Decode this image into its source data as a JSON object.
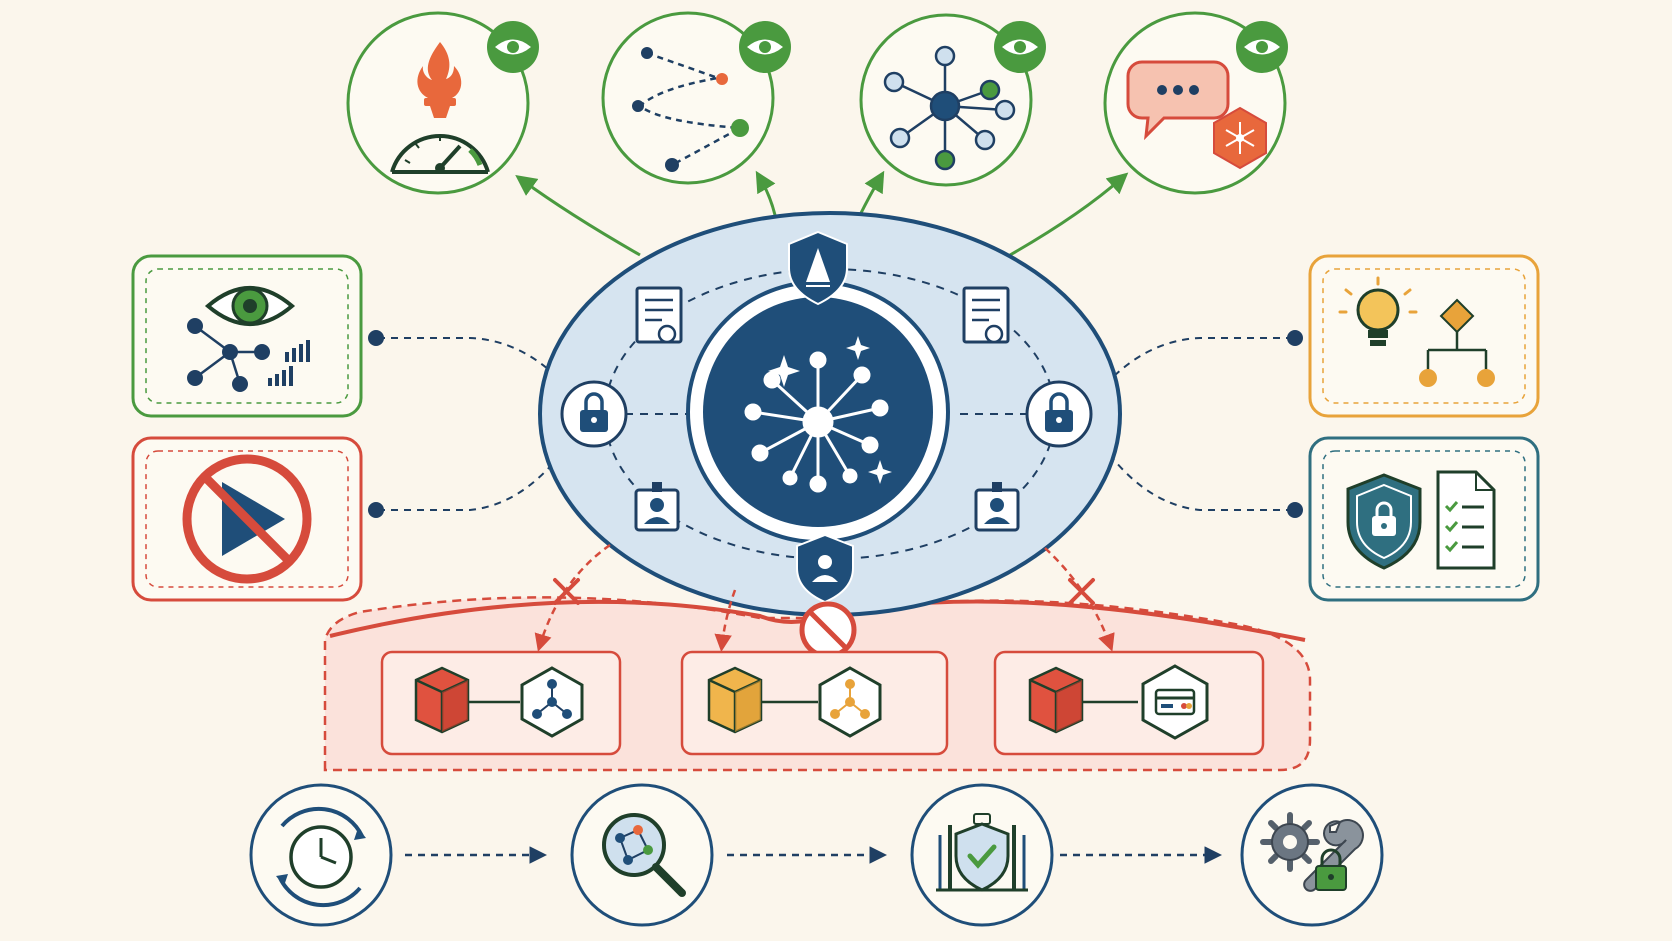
{
  "colors": {
    "background": "#fbf6ec",
    "navy": "#1f4e79",
    "navy_light": "#d6e4f0",
    "green": "#4a9a3f",
    "red": "#d64b3c",
    "red_fill": "#fbe2db",
    "orange": "#e8a33a",
    "teal": "#2f6f80",
    "flame": "#e8683c"
  },
  "monitors": [
    {
      "icon": "flame-gauge-icon",
      "badge": "eye-icon"
    },
    {
      "icon": "trace-path-icon",
      "badge": "eye-icon"
    },
    {
      "icon": "network-graph-icon",
      "badge": "eye-icon"
    },
    {
      "icon": "chat-hexagon-icon",
      "badge": "eye-icon"
    }
  ],
  "left_panels": [
    {
      "icon": "observability-eye-graph-icon",
      "color": "green"
    },
    {
      "icon": "no-play-icon",
      "color": "red"
    }
  ],
  "right_panels": [
    {
      "icon": "idea-decision-flow-icon",
      "color": "orange"
    },
    {
      "icon": "shield-checklist-icon",
      "color": "teal"
    }
  ],
  "core": {
    "center_icon": "hub-network-sparkle-icon",
    "ring_icons": [
      "shield-sail-icon",
      "certificate-icon",
      "certificate-icon",
      "lock-icon",
      "lock-icon",
      "id-badge-icon",
      "id-badge-icon",
      "shield-user-icon"
    ]
  },
  "blocked_zone": {
    "icon": "prohibited-icon",
    "services": [
      {
        "cube": "red-cube-icon",
        "hex": "hexagon-graph-icon"
      },
      {
        "cube": "orange-cube-icon",
        "hex": "hexagon-graph-icon"
      },
      {
        "cube": "red-cube-icon",
        "hex": "hexagon-card-icon"
      }
    ]
  },
  "pipeline": [
    {
      "icon": "clock-cycle-icon"
    },
    {
      "icon": "magnifier-graph-icon"
    },
    {
      "icon": "gate-shield-check-icon"
    },
    {
      "icon": "gear-wrench-lock-icon"
    }
  ]
}
